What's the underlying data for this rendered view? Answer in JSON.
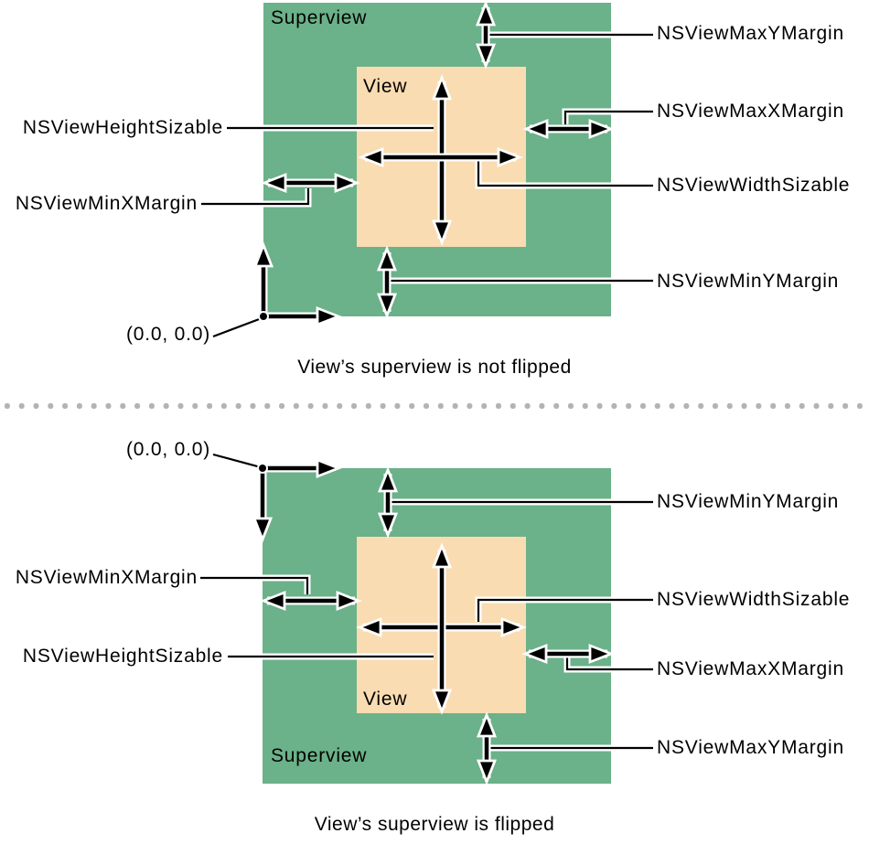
{
  "labels": {
    "superview": "Superview",
    "view": "View",
    "origin": "(0.0, 0.0)",
    "height_sizable": "NSViewHeightSizable",
    "width_sizable": "NSViewWidthSizable",
    "min_x_margin": "NSViewMinXMargin",
    "max_x_margin": "NSViewMaxXMargin",
    "min_y_margin": "NSViewMinYMargin",
    "max_y_margin": "NSViewMaxYMargin"
  },
  "captions": {
    "not_flipped": "View’s superview is not flipped",
    "flipped": "View’s superview is flipped"
  },
  "colors": {
    "superview_fill": "#6bb189",
    "view_fill": "#fadcb2",
    "divider_dot": "#b3b3b3",
    "line": "#000000"
  }
}
